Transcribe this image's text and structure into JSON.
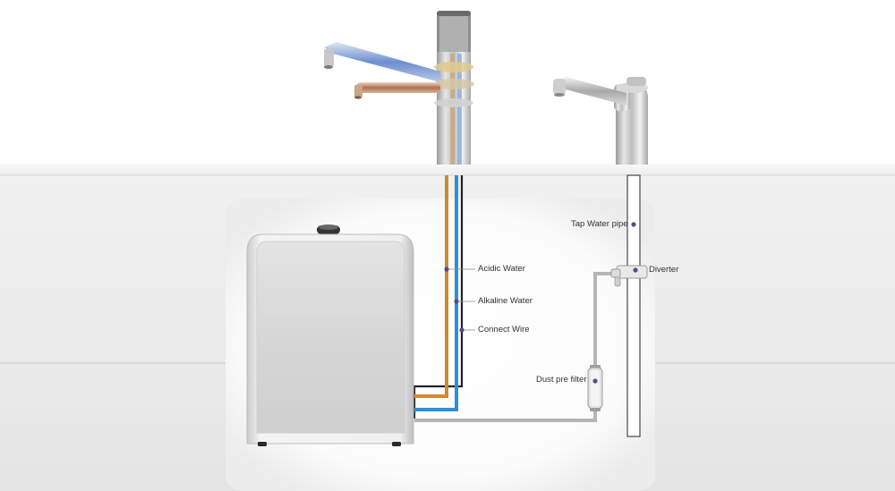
{
  "labels": {
    "tap_water_pipe": "Tap Water pipe",
    "diverter": "Diverter",
    "acidic_water": "Acidic Water",
    "alkaline_water": "Alkaline Water",
    "connect_wire": "Connect Wire",
    "dust_pre_filter": "Dust pre filter"
  },
  "colors": {
    "acidic_pipe": "#d08a2e",
    "alkaline_pipe": "#2e8fd8",
    "connect_wire": "#222222",
    "tap_water_pipe": "#b5b5b5",
    "counter_top": "#f7f7f7",
    "cabinet": "#ececec",
    "marker_dot": "#5a4a8a"
  }
}
